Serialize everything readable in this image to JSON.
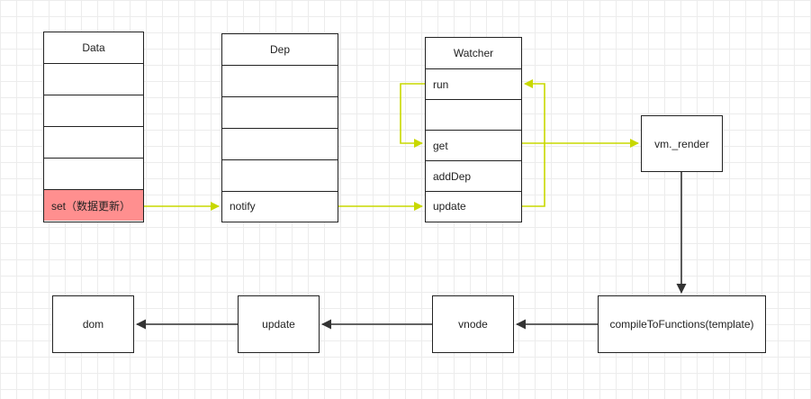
{
  "data_table": {
    "rows": [
      "Data",
      "",
      "",
      "",
      "",
      "set（数据更新）"
    ]
  },
  "dep_table": {
    "rows": [
      "Dep",
      "",
      "",
      "",
      "",
      "notify"
    ]
  },
  "watcher_table": {
    "rows": [
      "Watcher",
      "run",
      "",
      "get",
      "addDep",
      "update"
    ]
  },
  "boxes": {
    "vm_render": "vm._render",
    "compile": "compileToFunctions(template)",
    "vnode": "vnode",
    "update": "update",
    "dom": "dom"
  },
  "colors": {
    "highlight": "#ff8f8f",
    "yellow_arrow": "#c8d800",
    "dark_arrow": "#333333"
  }
}
